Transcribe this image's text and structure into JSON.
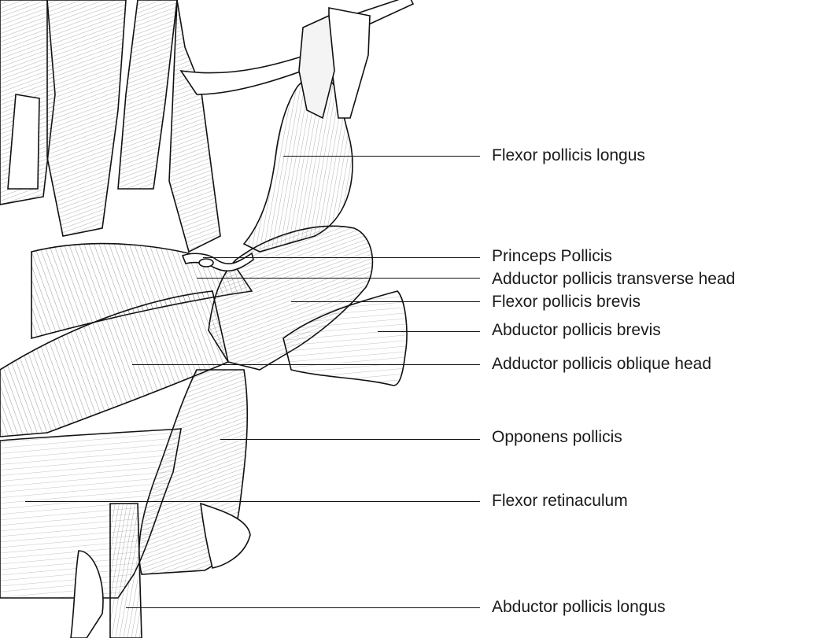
{
  "labels": {
    "flexor_pollicis_longus": "Flexor pollicis longus",
    "princeps_pollicis": "Princeps Pollicis",
    "adductor_transverse": "Adductor pollicis transverse head",
    "flexor_pollicis_brevis": "Flexor pollicis brevis",
    "abductor_pollicis_brevis": "Abductor pollicis brevis",
    "adductor_oblique": "Adductor pollicis oblique head",
    "opponens_pollicis": "Opponens pollicis",
    "flexor_retinaculum": "Flexor retinaculum",
    "abductor_pollicis_longus": "Abductor pollicis longus"
  },
  "colors": {
    "ink": "#111111",
    "background": "#ffffff"
  }
}
